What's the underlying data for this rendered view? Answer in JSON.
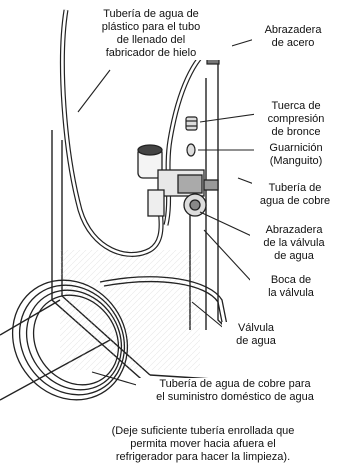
{
  "labels": {
    "plastic_tube": [
      "Tubería de agua de",
      "plástico para el tubo",
      "de llenado del",
      "fabricador de hielo"
    ],
    "steel_clamp": [
      "Abrazadera",
      "de acero"
    ],
    "compression_nut": [
      "Tuerca de",
      "compresión",
      "de bronce"
    ],
    "sleeve": [
      "Guarnición",
      "(Manguito)"
    ],
    "copper_tube": [
      "Tubería de",
      "agua de cobre"
    ],
    "valve_clamp": [
      "Abrazadera",
      "de la válvula",
      "de agua"
    ],
    "valve_mouth": [
      "Boca de",
      "la válvula"
    ],
    "water_valve": [
      "Válvula",
      "de agua"
    ],
    "supply_tube": [
      "Tubería de agua de cobre para",
      "el suministro doméstico de agua"
    ],
    "note": [
      "(Deje suficiente tubería enrollada que",
      "permita mover hacia afuera el",
      "refrigerador para hacer la limpieza)."
    ]
  }
}
